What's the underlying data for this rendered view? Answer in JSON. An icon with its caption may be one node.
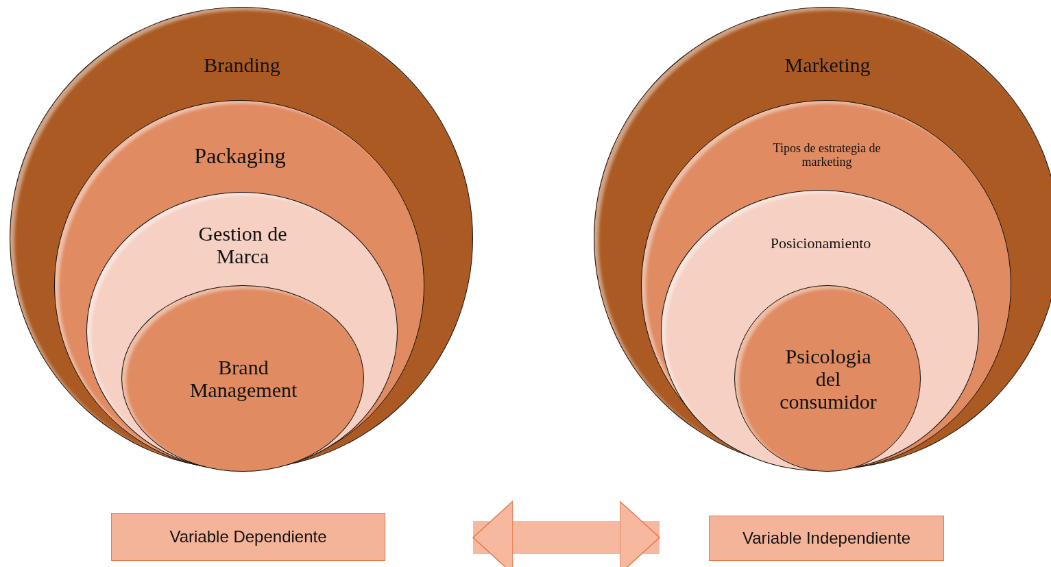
{
  "diagram": {
    "nodes": [
      {
        "text": [
          "Branding"
        ]
      },
      {
        "text": [
          "Packaging"
        ],
        "in": 0
      },
      {
        "text": [
          "Gestion de Marca"
        ],
        "in": 1
      },
      {
        "text": [
          "Brand Management"
        ],
        "in": 2
      },
      {
        "text": [
          "Marketing"
        ]
      },
      {
        "text": [
          "Tipos de estrategia de marketing"
        ],
        "in": 4
      },
      {
        "text": [
          "Posicionamiento"
        ],
        "in": 5
      },
      {
        "text": [
          "Psicologia del consumidor"
        ],
        "in": 6
      },
      {
        "text": [
          "Variable Dependiente"
        ]
      },
      {
        "text": [
          "Variable Independiente"
        ]
      }
    ],
    "edges": [
      {
        "from": 8,
        "to": 9,
        "arrow": "both"
      }
    ]
  }
}
